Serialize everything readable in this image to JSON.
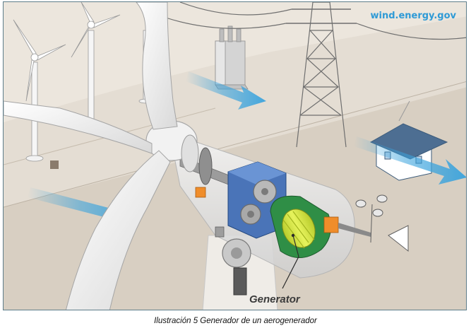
{
  "illustration": {
    "source_credit": "wind.energy.gov",
    "generator_label": "Generator"
  },
  "caption": "Ilustración 5 Generador de un aerogenerador",
  "colors": {
    "background": "#e4ddd3",
    "ground": "#d6cdbf",
    "airflow_arrow": "#3aa3dd",
    "gearbox": "#4a74b8",
    "generator_core": "#d8e94a",
    "generator_housing": "#2f8e46",
    "coupling": "#f08d2a",
    "credit_text": "#2e9ad6"
  }
}
